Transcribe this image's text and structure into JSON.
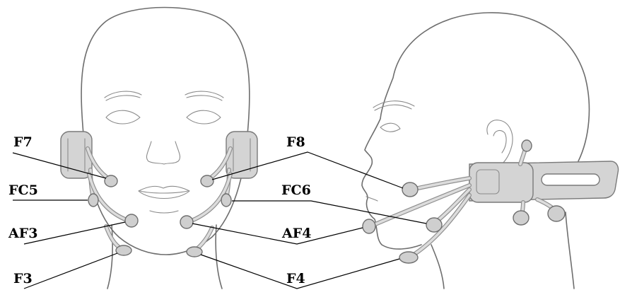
{
  "labels": {
    "f7": "F7",
    "fc5": "FC5",
    "af3": "AF3",
    "f3": "F3",
    "f8": "F8",
    "fc6": "FC6",
    "af4": "AF4",
    "f4": "F4"
  }
}
